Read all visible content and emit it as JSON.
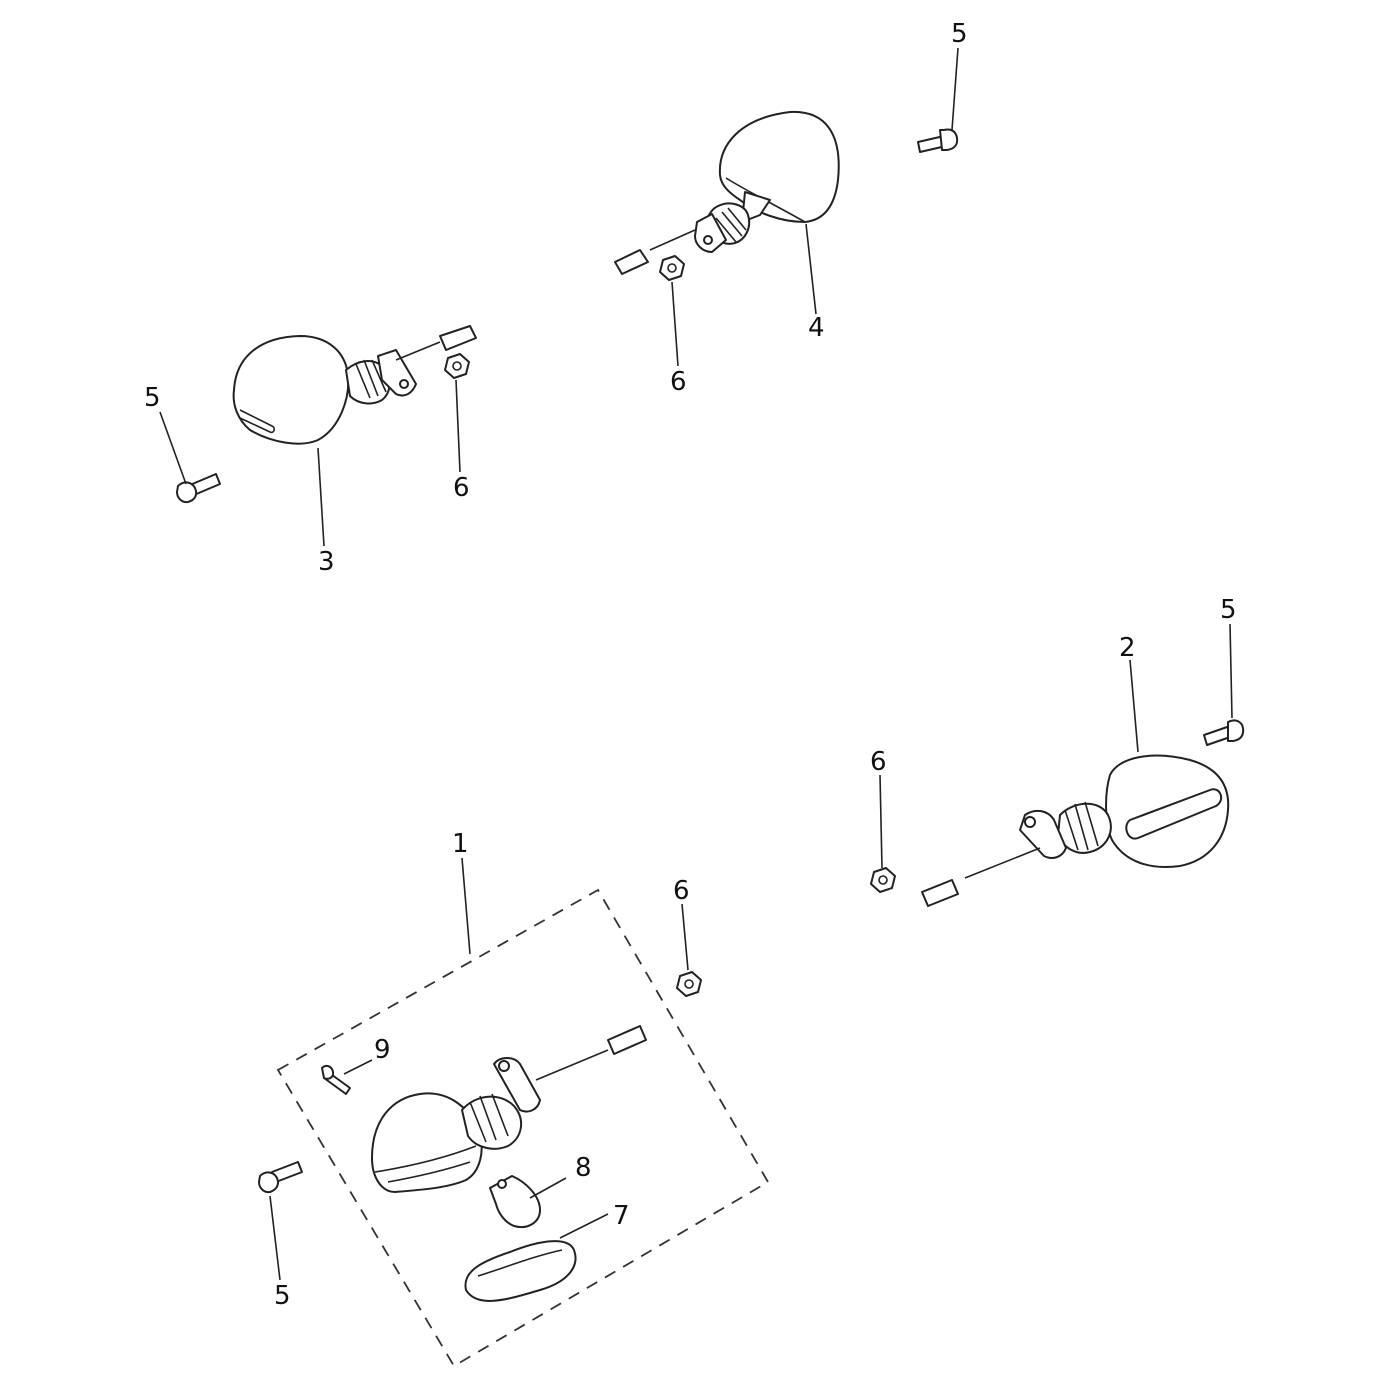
{
  "callouts": {
    "c1": "1",
    "c2": "2",
    "c3": "3",
    "c4": "4",
    "c5a": "5",
    "c5b": "5",
    "c5c": "5",
    "c5d": "5",
    "c6a": "6",
    "c6b": "6",
    "c6c": "6",
    "c6d": "6",
    "c7": "7",
    "c8": "8",
    "c9": "9"
  }
}
